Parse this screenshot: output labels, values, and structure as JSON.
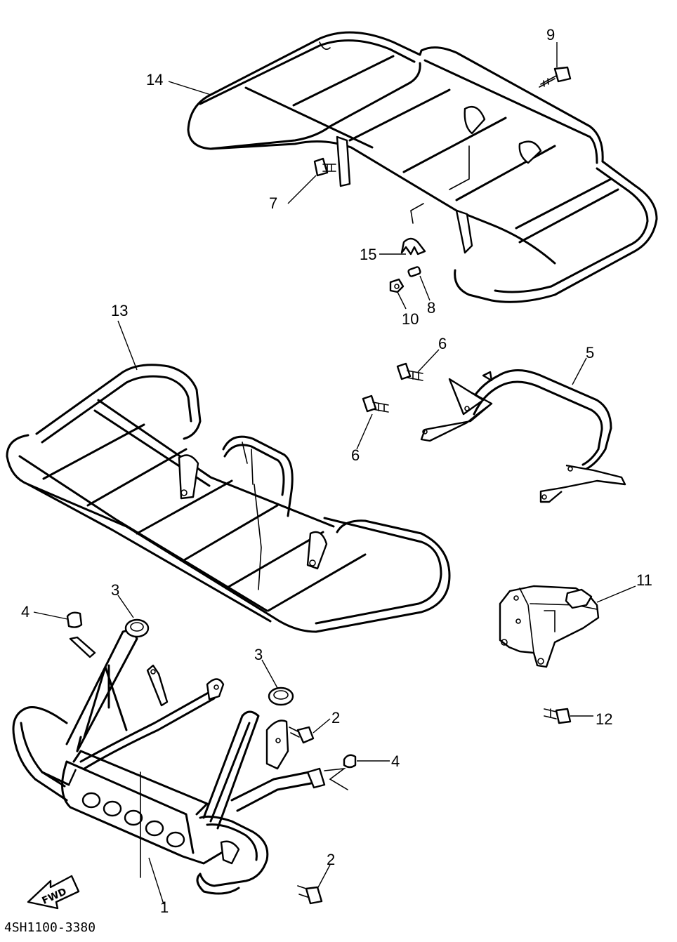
{
  "diagram": {
    "drawing_code": "4SH1100-3380",
    "direction_marker": "FWD",
    "callouts": [
      {
        "id": "c1",
        "label": "1"
      },
      {
        "id": "c2a",
        "label": "2"
      },
      {
        "id": "c2b",
        "label": "2"
      },
      {
        "id": "c3a",
        "label": "3"
      },
      {
        "id": "c3b",
        "label": "3"
      },
      {
        "id": "c4a",
        "label": "4"
      },
      {
        "id": "c4b",
        "label": "4"
      },
      {
        "id": "c5",
        "label": "5"
      },
      {
        "id": "c6a",
        "label": "6"
      },
      {
        "id": "c6b",
        "label": "6"
      },
      {
        "id": "c7",
        "label": "7"
      },
      {
        "id": "c8",
        "label": "8"
      },
      {
        "id": "c9",
        "label": "9"
      },
      {
        "id": "c10",
        "label": "10"
      },
      {
        "id": "c11",
        "label": "11"
      },
      {
        "id": "c12",
        "label": "12"
      },
      {
        "id": "c13",
        "label": "13"
      },
      {
        "id": "c14",
        "label": "14"
      },
      {
        "id": "c15",
        "label": "15"
      }
    ]
  }
}
